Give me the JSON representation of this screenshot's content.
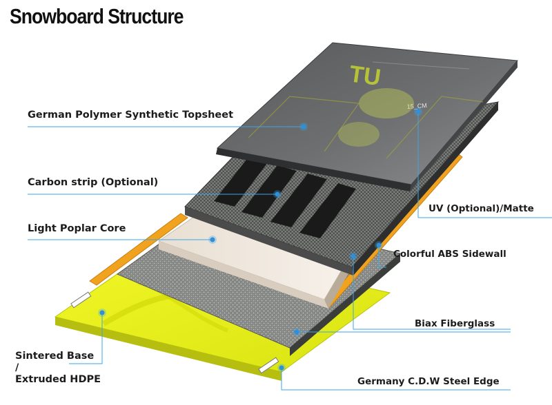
{
  "title": "Snowboard Structure",
  "layers": {
    "topsheet": "German Polymer Synthetic Topsheet",
    "carbon": "Carbon strip (Optional)",
    "core": "Light Poplar Core",
    "uv": "UV (Optional)/Matte",
    "sidewall": "Colorful ABS Sidewall",
    "fiberglass": "Biax Fiberglass",
    "base_line1": "Sintered Base",
    "base_line2": "/",
    "base_line3": "Extruded HDPE",
    "edge": "Germany C.D.W Steel Edge"
  },
  "topsheet_graphic": {
    "text_big": "TU",
    "size_mark": "15_CM"
  },
  "colors": {
    "base_yellow": "#e7f01a",
    "sidewall_orange": "#f0a020",
    "topsheet_gray": "#6a6b6d",
    "core_beige": "#efe6da",
    "leader_blue": "#3aa6e8"
  }
}
